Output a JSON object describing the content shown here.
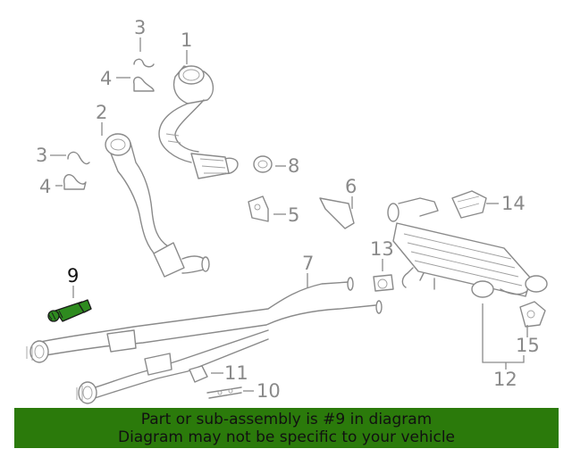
{
  "callouts": {
    "c1": "1",
    "c2": "2",
    "c3a": "3",
    "c3b": "3",
    "c4a": "4",
    "c4b": "4",
    "c5": "5",
    "c6": "6",
    "c7": "7",
    "c8": "8",
    "c9": "9",
    "c10": "10",
    "c11": "11",
    "c12": "12",
    "c13": "13",
    "c14": "14",
    "c15": "15"
  },
  "highlight": {
    "part_number": "9",
    "color": "#2e8b1f"
  },
  "banner": {
    "line1": "Part or sub-assembly is #9 in diagram",
    "line2": "Diagram may not be specific to your vehicle",
    "background": "#2b7a0b"
  }
}
